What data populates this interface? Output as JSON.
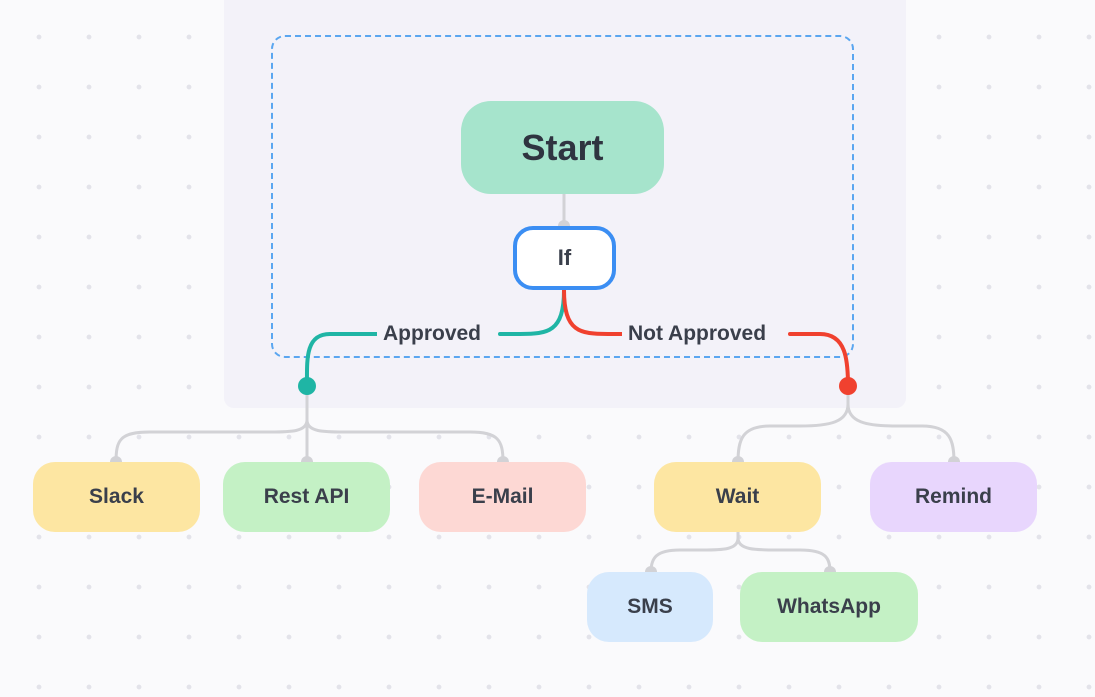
{
  "nodes": {
    "start": "Start",
    "if": "If",
    "slack": "Slack",
    "rest_api": "Rest API",
    "email": "E-Mail",
    "wait": "Wait",
    "remind": "Remind",
    "sms": "SMS",
    "whatsapp": "WhatsApp"
  },
  "edges": {
    "approved": "Approved",
    "not_approved": "Not Approved"
  },
  "colors": {
    "approved_branch": "#1fb5a5",
    "not_approved_branch": "#f0412f",
    "connector": "#d2d2d6",
    "selection_border": "#5aa6f0"
  }
}
